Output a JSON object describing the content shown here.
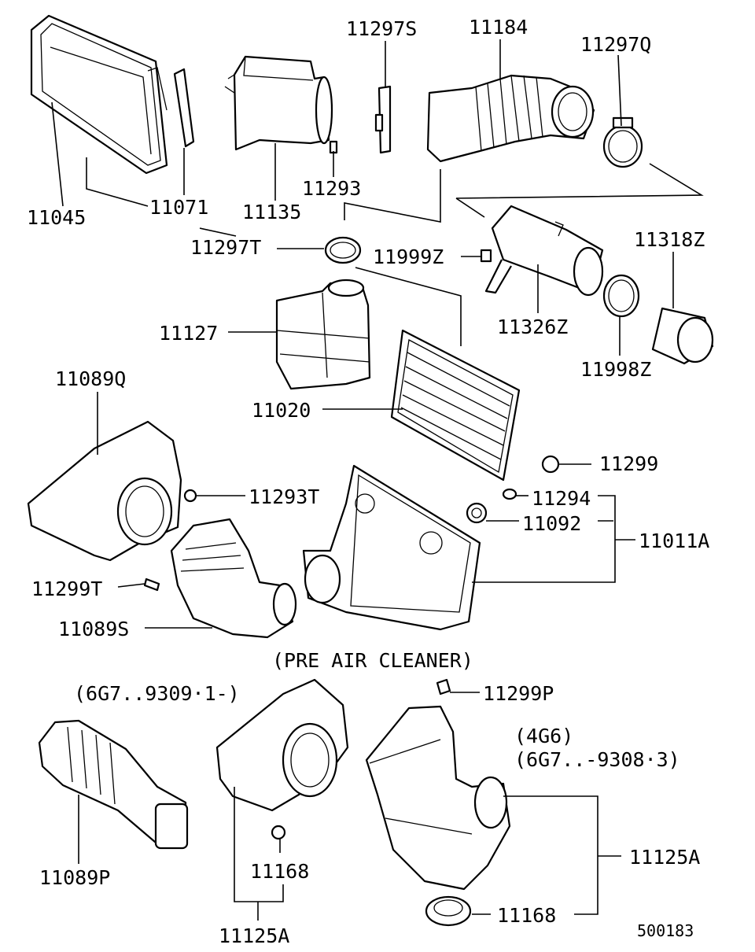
{
  "labels": {
    "p11045": "11045",
    "p11071": "11071",
    "p11135": "11135",
    "p11293": "11293",
    "p11297S": "11297S",
    "p11184": "11184",
    "p11297Q": "11297Q",
    "p11297T": "11297T",
    "p11999Z": "11999Z",
    "p11318Z": "11318Z",
    "p11326Z": "11326Z",
    "p11998Z": "11998Z",
    "p11127": "11127",
    "p11089Q": "11089Q",
    "p11020": "11020",
    "p11299": "11299",
    "p11293T": "11293T",
    "p11294": "11294",
    "p11092": "11092",
    "p11011A": "11011A",
    "p11299T": "11299T",
    "p11089S": "11089S",
    "pre_air_cleaner": "(PRE AIR CLEANER)",
    "note_6g7_from": "(6G7..9309·1-)",
    "p11299P": "11299P",
    "note_4g6": "(4G6)",
    "note_6g7_to": "(6G7..-9308·3)",
    "p11089P": "11089P",
    "p11168_left": "11168",
    "p11125A_left": "11125A",
    "p11125A_right": "11125A",
    "p11168_right": "11168",
    "drawing_number": "500183"
  }
}
